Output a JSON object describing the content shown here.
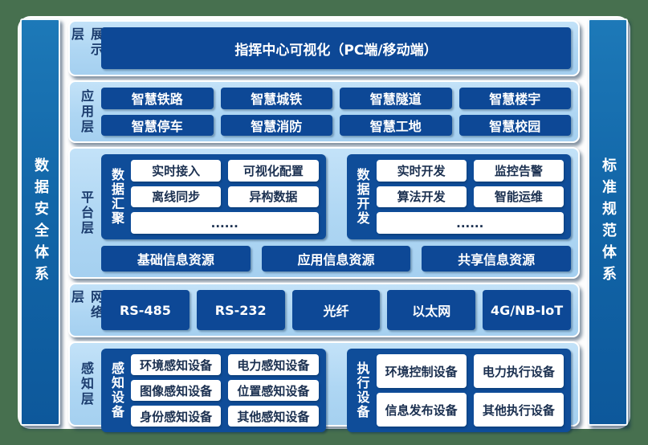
{
  "diagram": {
    "left_pillar": {
      "label": "数据安全体系"
    },
    "right_pillar": {
      "label": "标准规范体系"
    },
    "layers": [
      {
        "key": "display",
        "label": "展示层",
        "type": "banner",
        "banner": "指挥中心可视化（PC端/移动端）"
      },
      {
        "key": "application",
        "label": "应用层",
        "type": "buttons",
        "columns": 4,
        "items": [
          "智慧铁路",
          "智慧城铁",
          "智慧隧道",
          "智慧楼宇",
          "智慧停车",
          "智慧消防",
          "智慧工地",
          "智慧校园"
        ]
      },
      {
        "key": "platform",
        "label": "平台层",
        "type": "groups",
        "groups": [
          {
            "label": "数据汇聚",
            "items": [
              "实时接入",
              "可视化配置",
              "离线同步",
              "异构数据"
            ],
            "footer": "......"
          },
          {
            "label": "数据开发",
            "items": [
              "实时开发",
              "监控告警",
              "算法开发",
              "智能运维"
            ],
            "footer": "......"
          }
        ],
        "resources": [
          "基础信息资源",
          "应用信息资源",
          "共享信息资源"
        ]
      },
      {
        "key": "network",
        "label": "网络层",
        "type": "buttons",
        "columns": 5,
        "items": [
          "RS-485",
          "RS-232",
          "光纤",
          "以太网",
          "4G/NB-IoT"
        ]
      },
      {
        "key": "perception",
        "label": "感知层",
        "type": "groups",
        "groups": [
          {
            "label": "感知设备",
            "items": [
              "环境感知设备",
              "电力感知设备",
              "图像感知设备",
              "位置感知设备",
              "身份感知设备",
              "其他感知设备"
            ]
          },
          {
            "label": "执行设备",
            "items": [
              "环境控制设备",
              "电力执行设备",
              "信息发布设备",
              "其他执行设备"
            ]
          }
        ]
      }
    ],
    "colors": {
      "frame_green": "#47704F",
      "panel_white": "#fdfdfd",
      "layer_light_blue": "#aed6f3",
      "deep_blue": "#0d4896",
      "group_blue": "#0f4d99",
      "pillar_blue": "#1266a8",
      "label_navy": "#1c3d6e",
      "white_box_text": "#1b3050"
    }
  }
}
